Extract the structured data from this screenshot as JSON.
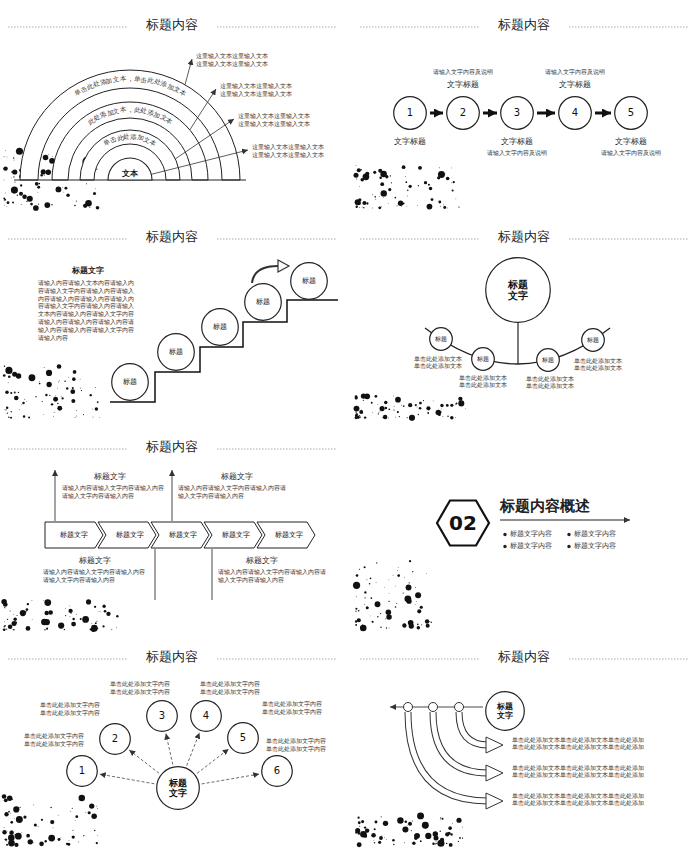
{
  "diagram": {
    "nodes": [
      {
        "text": [
          "文本"
        ]
      },
      {
        "text": [
          "1"
        ]
      },
      {
        "text": [
          "2"
        ]
      },
      {
        "text": [
          "3"
        ]
      },
      {
        "text": [
          "4"
        ]
      },
      {
        "text": [
          "5"
        ]
      },
      {
        "text": [
          "标题"
        ]
      },
      {
        "text": [
          "标题"
        ]
      },
      {
        "text": [
          "标题"
        ]
      },
      {
        "text": [
          "标题"
        ]
      },
      {
        "text": [
          "标题"
        ]
      },
      {
        "text": [
          "标题 文字"
        ]
      },
      {
        "text": [
          "标题"
        ]
      },
      {
        "text": [
          "标题"
        ]
      },
      {
        "text": [
          "标题"
        ]
      },
      {
        "text": [
          "标题"
        ]
      },
      {
        "text": [
          "标题文字"
        ]
      },
      {
        "text": [
          "标题文字"
        ]
      },
      {
        "text": [
          "标题文字"
        ]
      },
      {
        "text": [
          "标题文字"
        ]
      },
      {
        "text": [
          "标题文字"
        ]
      },
      {
        "text": [
          "02"
        ]
      },
      {
        "text": [
          "标题 文字"
        ]
      },
      {
        "text": [
          "1"
        ]
      },
      {
        "text": [
          "2"
        ]
      },
      {
        "text": [
          "3"
        ]
      },
      {
        "text": [
          "4"
        ]
      },
      {
        "text": [
          "5"
        ]
      },
      {
        "text": [
          "6"
        ]
      },
      {
        "text": [
          "标题 文字"
        ]
      }
    ],
    "edges": [
      {
        "from": 1,
        "to": 2,
        "arrow": "to"
      },
      {
        "from": 2,
        "to": 3,
        "arrow": "to"
      },
      {
        "from": 3,
        "to": 4,
        "arrow": "to"
      },
      {
        "from": 4,
        "to": 5,
        "arrow": "to"
      },
      {
        "from": 22,
        "to": 23,
        "arrow": "to"
      },
      {
        "from": 22,
        "to": 24,
        "arrow": "to"
      },
      {
        "from": 22,
        "to": 25,
        "arrow": "to"
      },
      {
        "from": 22,
        "to": 26,
        "arrow": "to"
      },
      {
        "from": 22,
        "to": 27,
        "arrow": "to"
      },
      {
        "from": 22,
        "to": 28,
        "arrow": "to"
      }
    ],
    "labels": [
      "标题内容",
      "单击此处添加文本，单击此处添加文本",
      "此处添加文本，此处添加文本",
      "单击此处添加文本",
      "这里输入文本这里输入文本 这里输入文本这里输入文本",
      "这里输入文本这里输入文本 这里输入文本这里输入文本",
      "这里输入文本这里输入文本 这里输入文本这里输入文本",
      "这里输入文本这里输入文本 这里输入文本这里输入文本",
      "标题内容",
      "请输入文字内容及说明",
      "文字标题",
      "请输入文字内容及说明",
      "文字标题",
      "文字标题",
      "文字标题",
      "请输入文字内容及说明",
      "文字标题",
      "请输入文字内容及说明",
      "标题内容",
      "标题文字",
      "请输入内容请输入文本内容请输入内容请输入文字内容请输入内容请输入内容请输入内容请输入内容请输入内容请输入文字内容请输入内容请输入文本内容请输入内容请输入文字内容请输入内容请输入内容请输入内容请输入内容请输入内容请输入文字内容请输入内容",
      "标题内容",
      "单击此处添加文本 单击此处添加文本",
      "单击此处添加文本 单击此处添加文本",
      "单击此处添加文本 单击此处添加文本",
      "单击此处添加文本 单击此处添加文本",
      "标题内容",
      "标题文字",
      "请输入内容请输入文字内容请输入内容请输入文字内容请输入内容",
      "标题文字",
      "请输入内容请输入文字内容请输入内容请输入文字内容请输入内容",
      "标题文字",
      "请输入内容请输入文字内容请输入内容请输入文字内容请输入内容",
      "标题文字",
      "请输入内容请输入文字内容请输入内容请输入文字内容请输入内容",
      "标题内容概述",
      "标题文字内容",
      "标题文字内容",
      "标题文字内容",
      "标题文字内容",
      "标题内容",
      "单击此处添加文字内容 单击此处添加文字内容",
      "单击此处添加文字内容 单击此处添加文字内容",
      "单击此处添加文字内容 单击此处添加文字内容",
      "单击此处添加文字内容 单击此处添加文字内容",
      "单击此处添加文字内容 单击此处添加文字内容",
      "单击此处添加文字内容 单击此处添加文字内容",
      "标题内容",
      "单击此处添加文本单击此处添加文本单击此处添加 单击此处添加文本单击此处添加文本单击此处添加",
      "单击此处添加文本单击此处添加文本单击此处添加 单击此处添加文本单击此处添加文本单击此处添加",
      "单击此处添加文本单击此处添加文本单击此处添加 单击此处添加文本单击此处添加文本单击此处添加"
    ]
  }
}
